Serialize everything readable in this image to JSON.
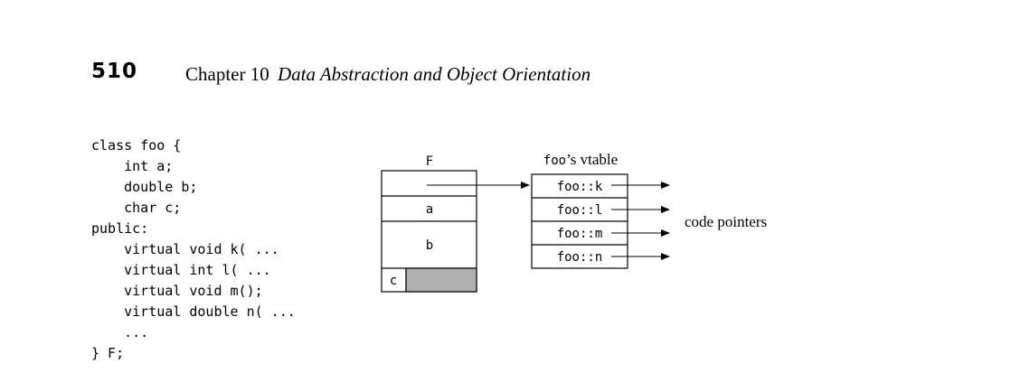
{
  "header": {
    "page_number": "510",
    "chapter_label": "Chapter 10",
    "chapter_title": "Data Abstraction and Object Orientation"
  },
  "code": {
    "lines": [
      "class foo {",
      "    int a;",
      "    double b;",
      "    char c;",
      "public:",
      "    virtual void k( ...",
      "    virtual int l( ...",
      "    virtual void m();",
      "    virtual double n( ...",
      "    ...",
      "} F;"
    ]
  },
  "figure": {
    "object_label": "F",
    "object_fields": [
      "a",
      "b",
      "c"
    ],
    "vtable_label_mono": "foo",
    "vtable_label_text": "’s vtable",
    "vtable_entries": [
      "foo::k",
      "foo::l",
      "foo::m",
      "foo::n"
    ],
    "code_pointers_label": "code pointers",
    "padding_fill": "#b0b0b0"
  }
}
